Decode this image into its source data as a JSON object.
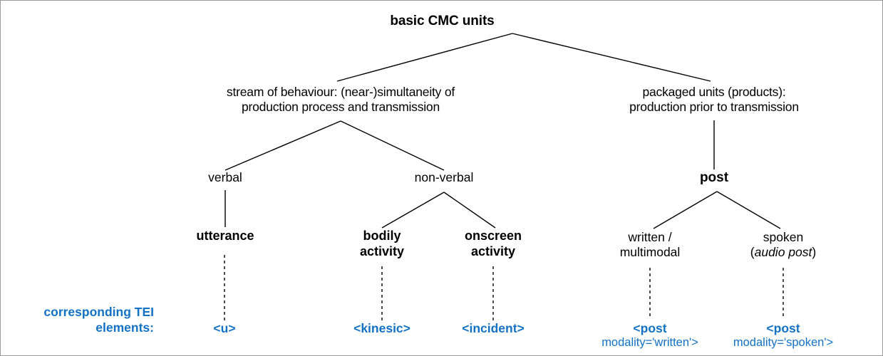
{
  "diagram": {
    "title_node": {
      "label": "basic CMC units"
    },
    "level2": [
      {
        "id": "stream",
        "line1": "stream of behaviour: (near-)simultaneity of",
        "line2": "production process and transmission"
      },
      {
        "id": "packaged",
        "line1": "packaged units (products):",
        "line2": "production prior to transmission"
      }
    ],
    "level3": [
      {
        "id": "verbal",
        "label": "verbal",
        "bold": false
      },
      {
        "id": "non-verbal",
        "label": "non-verbal",
        "bold": false
      },
      {
        "id": "post",
        "label": "post",
        "bold": true
      }
    ],
    "level4": [
      {
        "id": "utterance",
        "line1": "utterance",
        "line2": "",
        "bold": true
      },
      {
        "id": "bodily-activity",
        "line1": "bodily",
        "line2": "activity",
        "bold": true
      },
      {
        "id": "onscreen-activity",
        "line1": "onscreen",
        "line2": "activity",
        "bold": true
      },
      {
        "id": "written-multimodal",
        "line1": "written /",
        "line2": "multimodal",
        "bold": false
      },
      {
        "id": "spoken-audio-post",
        "line1": "spoken",
        "line2_pre": "(",
        "line2_italic": "audio post",
        "line2_post": ")",
        "bold": false
      }
    ],
    "tei_row": {
      "label_line1": "corresponding TEI",
      "label_line2": "elements:",
      "color": "#1272c4",
      "items": [
        {
          "id": "u",
          "tag": "<u>",
          "attr": ""
        },
        {
          "id": "kinesic",
          "tag": "<kinesic>",
          "attr": ""
        },
        {
          "id": "incident",
          "tag": "<incident>",
          "attr": ""
        },
        {
          "id": "post-written",
          "tag": "<post",
          "attr": "modality='written'>"
        },
        {
          "id": "post-spoken",
          "tag": "<post",
          "attr": "modality='spoken'>"
        }
      ]
    },
    "colors": {
      "line": "#000000",
      "text": "#000000",
      "tei": "#1272c4",
      "border": "#9a9a9a",
      "background": "#ffffff"
    }
  }
}
